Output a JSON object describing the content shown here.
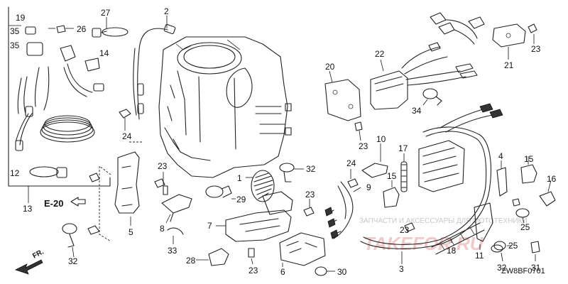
{
  "callouts": [
    "1",
    "2",
    "3",
    "4",
    "5",
    "6",
    "7",
    "8",
    "9",
    "10",
    "11",
    "12",
    "13",
    "14",
    "15",
    "16",
    "17",
    "18",
    "19",
    "20",
    "21",
    "22",
    "23",
    "24",
    "25",
    "26",
    "27",
    "28",
    "29",
    "30",
    "31",
    "32",
    "33",
    "34",
    "35"
  ],
  "reference_link": "E-20",
  "front_label": "FR.",
  "diagram_code": "ZW8BF0701",
  "watermark": {
    "tagline": "ЗАПЧАСТИ И АКСЕССУАРЫ ДЛЯ МОТОТЕХНИКИ",
    "logo": "TAKEFOR.RU"
  }
}
